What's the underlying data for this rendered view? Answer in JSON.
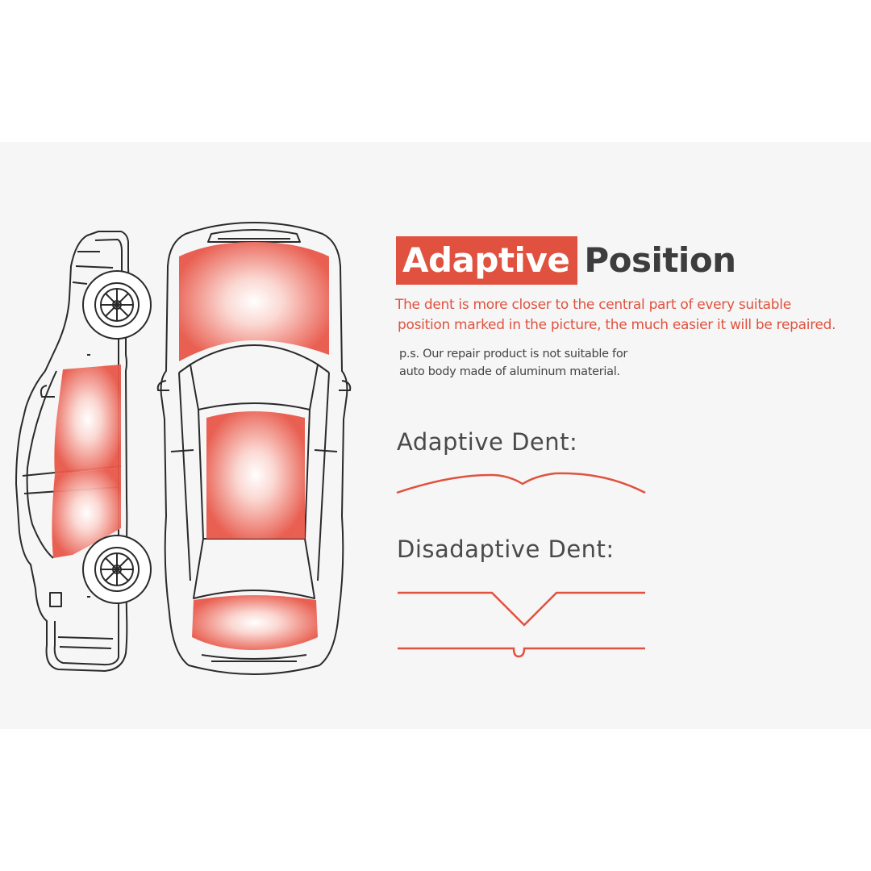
{
  "title": {
    "highlight": "Adaptive",
    "rest": "Position"
  },
  "description": {
    "line1": "The dent is more closer to the central part of every suitable",
    "line2": "position marked in the picture, the much easier it will be repaired."
  },
  "note": {
    "line1": "p.s.   Our repair product is not suitable for",
    "line2": "auto body made of aluminum material."
  },
  "dents": {
    "adaptive_label": "Adaptive Dent:",
    "disadaptive_label": "Disadaptive Dent:"
  },
  "colors": {
    "accent": "#e0523f",
    "title_dark": "#3d3d3d",
    "panel": "#f6f6f6",
    "outline": "#2a2a2a"
  }
}
